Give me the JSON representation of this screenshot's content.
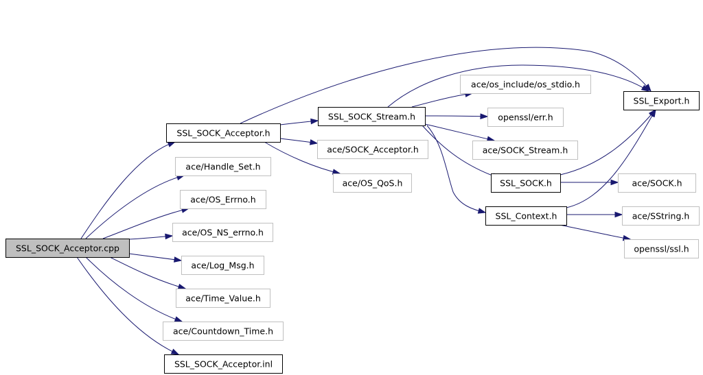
{
  "colors": {
    "edge": "#191970",
    "root_fill": "#bfbfbf",
    "local_border": "#000000",
    "external_border": "#bfbfbf",
    "background": "#ffffff"
  },
  "nodes": [
    {
      "id": "SSL_SOCK_Acceptor_cpp",
      "label": "SSL_SOCK_Acceptor.cpp",
      "kind": "root"
    },
    {
      "id": "SSL_SOCK_Acceptor_h",
      "label": "SSL_SOCK_Acceptor.h",
      "kind": "local"
    },
    {
      "id": "ace_Handle_Set_h",
      "label": "ace/Handle_Set.h",
      "kind": "external"
    },
    {
      "id": "ace_OS_Errno_h",
      "label": "ace/OS_Errno.h",
      "kind": "external"
    },
    {
      "id": "ace_OS_NS_errno_h",
      "label": "ace/OS_NS_errno.h",
      "kind": "external"
    },
    {
      "id": "ace_Log_Msg_h",
      "label": "ace/Log_Msg.h",
      "kind": "external"
    },
    {
      "id": "ace_Time_Value_h",
      "label": "ace/Time_Value.h",
      "kind": "external"
    },
    {
      "id": "ace_Countdown_Time_h",
      "label": "ace/Countdown_Time.h",
      "kind": "external"
    },
    {
      "id": "SSL_SOCK_Acceptor_inl",
      "label": "SSL_SOCK_Acceptor.inl",
      "kind": "local"
    },
    {
      "id": "SSL_SOCK_Stream_h",
      "label": "SSL_SOCK_Stream.h",
      "kind": "local"
    },
    {
      "id": "ace_SOCK_Acceptor_h",
      "label": "ace/SOCK_Acceptor.h",
      "kind": "external"
    },
    {
      "id": "ace_OS_QoS_h",
      "label": "ace/OS_QoS.h",
      "kind": "external"
    },
    {
      "id": "ace_os_include_os_stdio_h",
      "label": "ace/os_include/os_stdio.h",
      "kind": "external"
    },
    {
      "id": "openssl_err_h",
      "label": "openssl/err.h",
      "kind": "external"
    },
    {
      "id": "ace_SOCK_Stream_h",
      "label": "ace/SOCK_Stream.h",
      "kind": "external"
    },
    {
      "id": "SSL_SOCK_h",
      "label": "SSL_SOCK.h",
      "kind": "local"
    },
    {
      "id": "SSL_Context_h",
      "label": "SSL_Context.h",
      "kind": "local"
    },
    {
      "id": "SSL_Export_h",
      "label": "SSL_Export.h",
      "kind": "local"
    },
    {
      "id": "ace_SOCK_h",
      "label": "ace/SOCK.h",
      "kind": "external"
    },
    {
      "id": "ace_SString_h",
      "label": "ace/SString.h",
      "kind": "external"
    },
    {
      "id": "openssl_ssl_h",
      "label": "openssl/ssl.h",
      "kind": "external"
    }
  ],
  "edges": [
    {
      "from": "SSL_SOCK_Acceptor_cpp",
      "to": "SSL_SOCK_Acceptor_h"
    },
    {
      "from": "SSL_SOCK_Acceptor_cpp",
      "to": "ace_Handle_Set_h"
    },
    {
      "from": "SSL_SOCK_Acceptor_cpp",
      "to": "ace_OS_Errno_h"
    },
    {
      "from": "SSL_SOCK_Acceptor_cpp",
      "to": "ace_OS_NS_errno_h"
    },
    {
      "from": "SSL_SOCK_Acceptor_cpp",
      "to": "ace_Log_Msg_h"
    },
    {
      "from": "SSL_SOCK_Acceptor_cpp",
      "to": "ace_Time_Value_h"
    },
    {
      "from": "SSL_SOCK_Acceptor_cpp",
      "to": "ace_Countdown_Time_h"
    },
    {
      "from": "SSL_SOCK_Acceptor_cpp",
      "to": "SSL_SOCK_Acceptor_inl"
    },
    {
      "from": "SSL_SOCK_Acceptor_h",
      "to": "SSL_Export_h"
    },
    {
      "from": "SSL_SOCK_Acceptor_h",
      "to": "SSL_SOCK_Stream_h"
    },
    {
      "from": "SSL_SOCK_Acceptor_h",
      "to": "ace_SOCK_Acceptor_h"
    },
    {
      "from": "SSL_SOCK_Acceptor_h",
      "to": "ace_OS_QoS_h"
    },
    {
      "from": "SSL_SOCK_Stream_h",
      "to": "SSL_Export_h"
    },
    {
      "from": "SSL_SOCK_Stream_h",
      "to": "ace_os_include_os_stdio_h"
    },
    {
      "from": "SSL_SOCK_Stream_h",
      "to": "openssl_err_h"
    },
    {
      "from": "SSL_SOCK_Stream_h",
      "to": "ace_SOCK_Stream_h"
    },
    {
      "from": "SSL_SOCK_Stream_h",
      "to": "SSL_SOCK_h"
    },
    {
      "from": "SSL_SOCK_Stream_h",
      "to": "SSL_Context_h"
    },
    {
      "from": "SSL_SOCK_h",
      "to": "SSL_Export_h"
    },
    {
      "from": "SSL_SOCK_h",
      "to": "ace_SOCK_h"
    },
    {
      "from": "SSL_Context_h",
      "to": "SSL_Export_h"
    },
    {
      "from": "SSL_Context_h",
      "to": "ace_SString_h"
    },
    {
      "from": "SSL_Context_h",
      "to": "openssl_ssl_h"
    }
  ]
}
